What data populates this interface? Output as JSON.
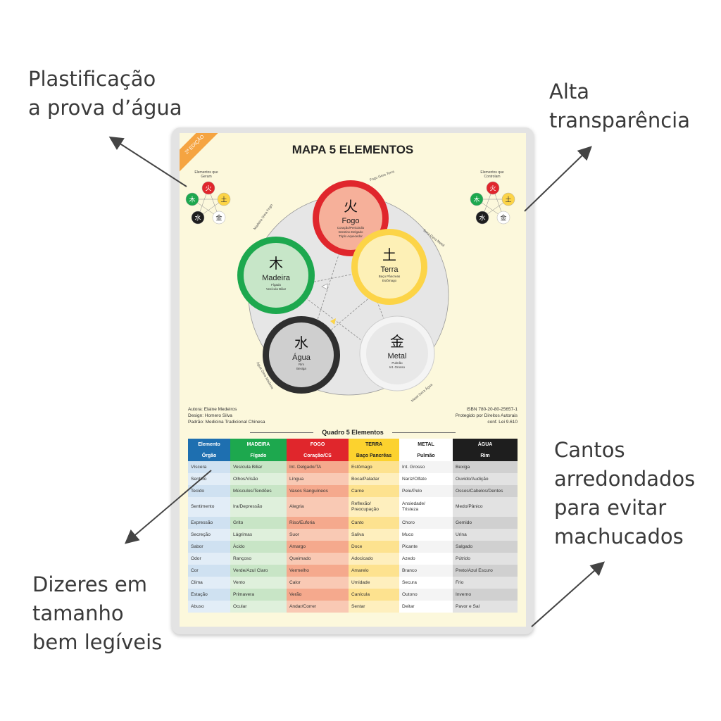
{
  "callouts": {
    "top_left": "Plastificação\na prova d’água",
    "top_right": "Alta\ntransparência",
    "right": "Cantos\narredondados\npara evitar\nmachucados",
    "bottom_left": "Dizeres em\ntamanho\nbem legíveis"
  },
  "poster": {
    "edition": "2ª EDIÇÃO",
    "title": "MAPA 5 ELEMENTOS",
    "left_mini_title": "Elementos que\nGeram",
    "right_mini_title": "Elementos que\nControlam",
    "mini_glyphs": [
      "火",
      "土",
      "金",
      "水",
      "木"
    ],
    "elements": [
      {
        "glyph": "火",
        "name": "Fogo",
        "sub1": "Coração/Pericárdio",
        "sub2": "Intestino Delgado",
        "sub3": "Triplo Aquecedor",
        "ring": "#e0262c",
        "fill": "#f6b09a"
      },
      {
        "glyph": "土",
        "name": "Terra",
        "sub1": "Baço Pâncreas",
        "sub2": "Estômago",
        "sub3": "",
        "ring": "#fcd447",
        "fill": "#fdf0b6"
      },
      {
        "glyph": "金",
        "name": "Metal",
        "sub1": "Pulmão",
        "sub2": "Int. Grosso",
        "sub3": "",
        "ring": "#f4f4f4",
        "fill": "#e8e8e8"
      },
      {
        "glyph": "水",
        "name": "Água",
        "sub1": "Rim",
        "sub2": "Bexiga",
        "sub3": "",
        "ring": "#2f2f2f",
        "fill": "#cfcfcf"
      },
      {
        "glyph": "木",
        "name": "Madeira",
        "sub1": "Fígado",
        "sub2": "Vesícula Biliar",
        "sub3": "",
        "ring": "#1da84e",
        "fill": "#c7e6c8"
      }
    ],
    "arc_labels": [
      "Fogo Gera Terra",
      "Terra Gera Metal",
      "Metal Gera Água",
      "Água Gera Madeira",
      "Madeira Gera Fogo"
    ],
    "info_left": "Autora: Elaine Medeiros\nDesign: Homero Silva\nPadrão: Medicina Tradicional Chinesa",
    "info_right": "ISBN 780-20-80-25657-1\nProtegido por Direitos Autorais\nconf. Lei 9.610",
    "table_title": "Quadro 5 Elementos",
    "table": {
      "header_row1": [
        "Elemento",
        "MADEIRA",
        "FOGO",
        "TERRA",
        "METAL",
        "ÁGUA"
      ],
      "header_row2": [
        "Órgão",
        "Fígado",
        "Coração/CS",
        "Baço Pancrêas",
        "Pulmão",
        "Rim"
      ],
      "rows": [
        [
          "Víscera",
          "Vesícula Biliar",
          "Int. Delgado/TA",
          "Estômago",
          "Int. Grosso",
          "Bexiga"
        ],
        [
          "Sentido",
          "Olhos/Visão",
          "Língua",
          "Boca/Paladar",
          "Nariz/Olfato",
          "Ouvido/Audição"
        ],
        [
          "Tecido",
          "Músculos/Tendões",
          "Vasos Sanguíneos",
          "Carne",
          "Pele/Pelo",
          "Ossos/Cabelos/Dentes"
        ],
        [
          "Sentimento",
          "Ira/Depressão",
          "Alegria",
          "Reflexão/\nPreocupação",
          "Ansiedade/\nTristeza",
          "Medo/Pânico"
        ],
        [
          "Expressão",
          "Grito",
          "Riso/Euforia",
          "Canto",
          "Choro",
          "Gemido"
        ],
        [
          "Secreção",
          "Lágrimas",
          "Suor",
          "Saliva",
          "Muco",
          "Urina"
        ],
        [
          "Sabor",
          "Ácido",
          "Amargo",
          "Doce",
          "Picante",
          "Salgado"
        ],
        [
          "Odor",
          "Rançoso",
          "Queimado",
          "Adocicado",
          "Azedo",
          "Pútrido"
        ],
        [
          "Cor",
          "Verde/Azul Claro",
          "Vermelho",
          "Amarelo",
          "Branco",
          "Preto/Azul Escuro"
        ],
        [
          "Clima",
          "Vento",
          "Calor",
          "Umidade",
          "Secura",
          "Frio"
        ],
        [
          "Estação",
          "Primavera",
          "Verão",
          "Canícula",
          "Outono",
          "Inverno"
        ],
        [
          "Abuso",
          "Ocular",
          "Andar/Correr",
          "Sentar",
          "Deitar",
          "Pavor e Sal"
        ]
      ]
    }
  },
  "colors": {
    "elemento": "#1e6fb0",
    "madeira": "#1da84e",
    "fogo": "#e0262c",
    "terra": "#fcd22e",
    "metal": "#ffffff",
    "agua": "#1e1e1e"
  }
}
